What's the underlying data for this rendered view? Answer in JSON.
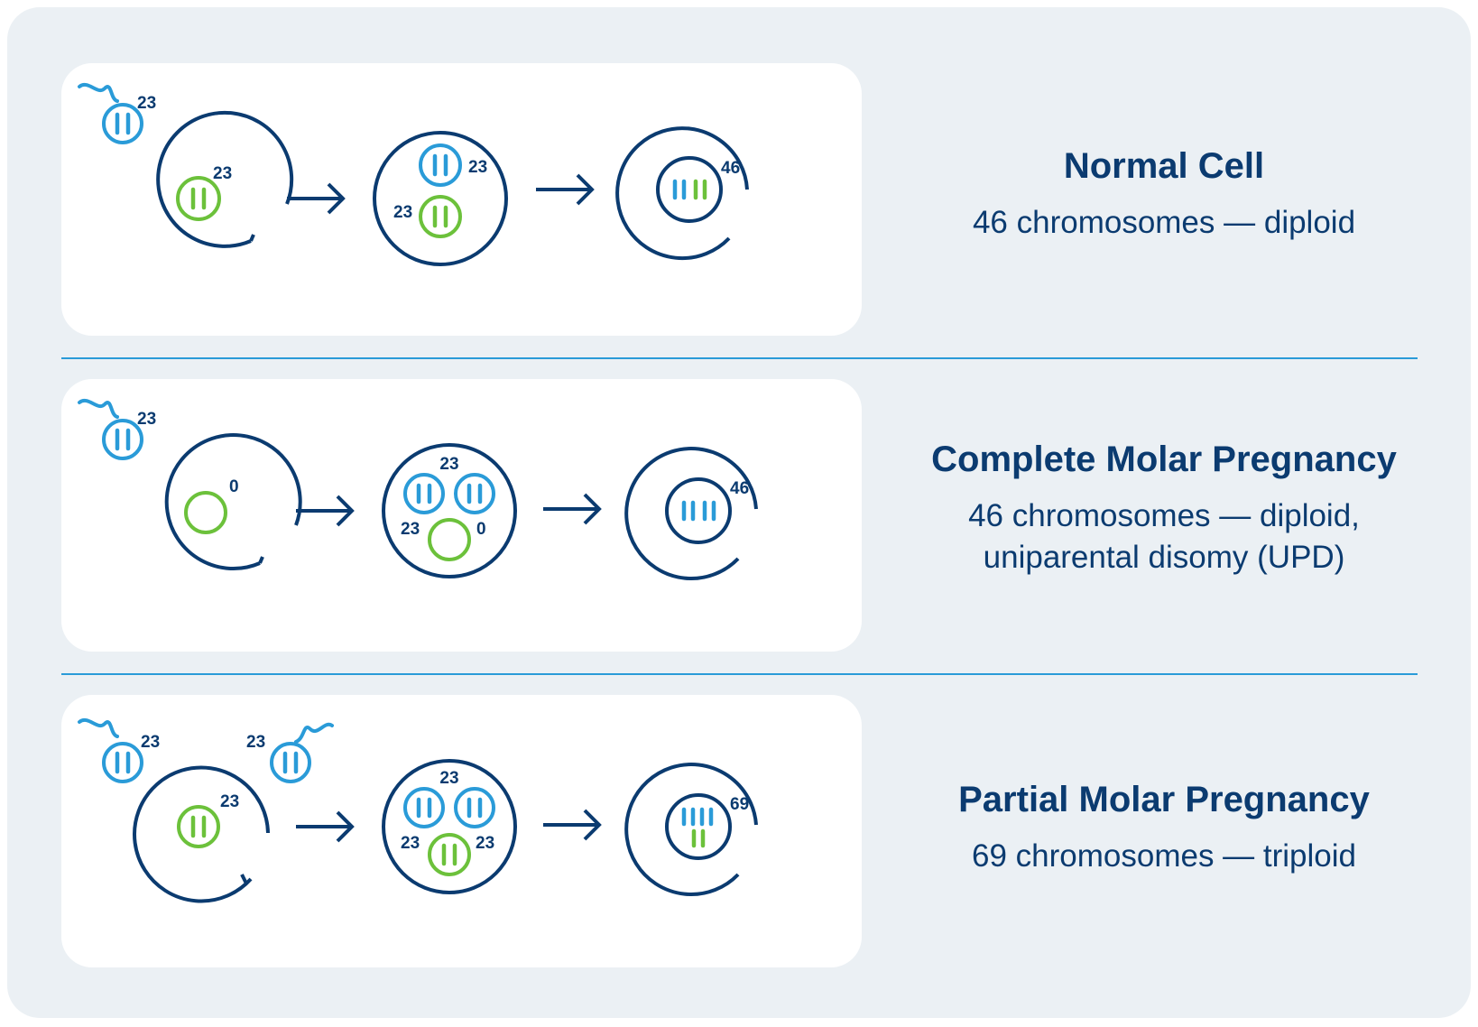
{
  "colors": {
    "navy": "#0b3b70",
    "blue": "#2a9bd8",
    "green": "#6cc13b",
    "background": "#ebf0f4",
    "panel": "#ffffff"
  },
  "rows": [
    {
      "title": "Normal Cell",
      "description_lines": [
        "46 chromosomes — diploid"
      ],
      "stage1": {
        "sperm_labels": [
          "23"
        ],
        "egg_nucleus_label": "23"
      },
      "stage2": {
        "sperm_label": "23",
        "egg_label": "23"
      },
      "stage3": {
        "label": "46"
      }
    },
    {
      "title": "Complete Molar Pregnancy",
      "description_lines": [
        "46 chromosomes — diploid,",
        "uniparental disomy (UPD)"
      ],
      "stage1": {
        "sperm_labels": [
          "23"
        ],
        "egg_nucleus_label": "0"
      },
      "stage2": {
        "sperm_label": "23",
        "egg_left_label": "23",
        "egg_right_label": "0"
      },
      "stage3": {
        "label": "46"
      }
    },
    {
      "title": "Partial Molar Pregnancy",
      "description_lines": [
        "69 chromosomes — triploid"
      ],
      "stage1": {
        "sperm_labels": [
          "23",
          "23"
        ],
        "egg_nucleus_label": "23"
      },
      "stage2": {
        "sperm_label": "23",
        "egg_left_label": "23",
        "egg_right_label": "23"
      },
      "stage3": {
        "label": "69"
      }
    }
  ],
  "icons": {
    "sperm": "sperm-icon",
    "egg": "egg-cell-icon",
    "nucleus": "nucleus-icon",
    "chromosome": "chromosome-icon",
    "arrow": "arrow-right-icon"
  }
}
